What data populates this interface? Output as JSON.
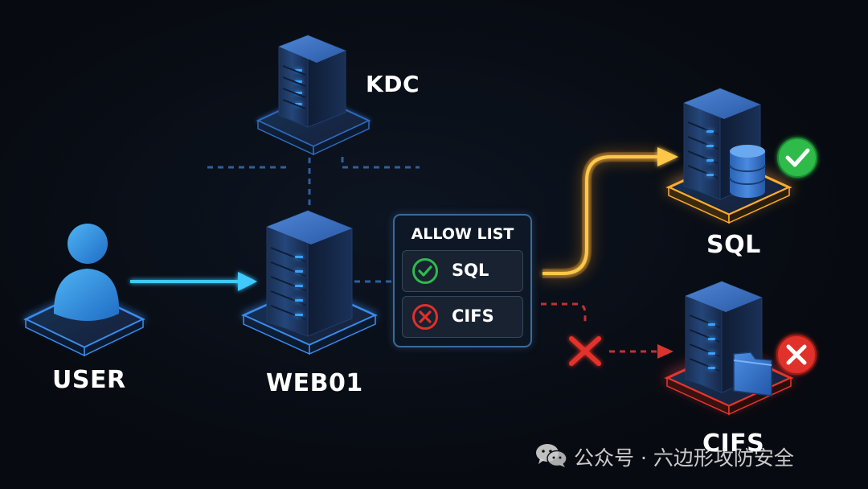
{
  "nodes": {
    "user": {
      "label": "USER"
    },
    "web": {
      "label": "WEB01"
    },
    "kdc": {
      "label": "KDC"
    },
    "sql": {
      "label": "SQL",
      "status": "allowed"
    },
    "cifs": {
      "label": "CIFS",
      "status": "blocked"
    }
  },
  "allow_list": {
    "title": "ALLOW LIST",
    "items": [
      {
        "label": "SQL",
        "status": "allowed",
        "icon": "check-circle-icon"
      },
      {
        "label": "CIFS",
        "status": "denied",
        "icon": "x-circle-icon"
      }
    ]
  },
  "connections": [
    {
      "from": "USER",
      "to": "WEB01",
      "style": "solid",
      "color": "#3fc8ff"
    },
    {
      "from": "WEB01",
      "to": "KDC",
      "style": "dashed",
      "color": "#2e5f9e"
    },
    {
      "from": "WEB01",
      "to": "ALLOW LIST",
      "style": "dashed",
      "color": "#2e5f9e"
    },
    {
      "from": "ALLOW LIST",
      "to": "SQL",
      "style": "solid",
      "color": "#ffb52e"
    },
    {
      "from": "ALLOW LIST",
      "to": "CIFS",
      "style": "dashed",
      "color": "#c8302e",
      "blocked": true
    }
  ],
  "colors": {
    "background": "#070a10",
    "server_blue": "#2d62b4",
    "user_blue": "#2f86d8",
    "allow_green": "#2dbb4a",
    "deny_red": "#e0302a",
    "sql_glow": "#ffab2e",
    "cifs_glow": "#e8352c"
  },
  "watermark": {
    "icon": "wechat-icon",
    "text": "公众号 · 六边形攻防安全"
  }
}
